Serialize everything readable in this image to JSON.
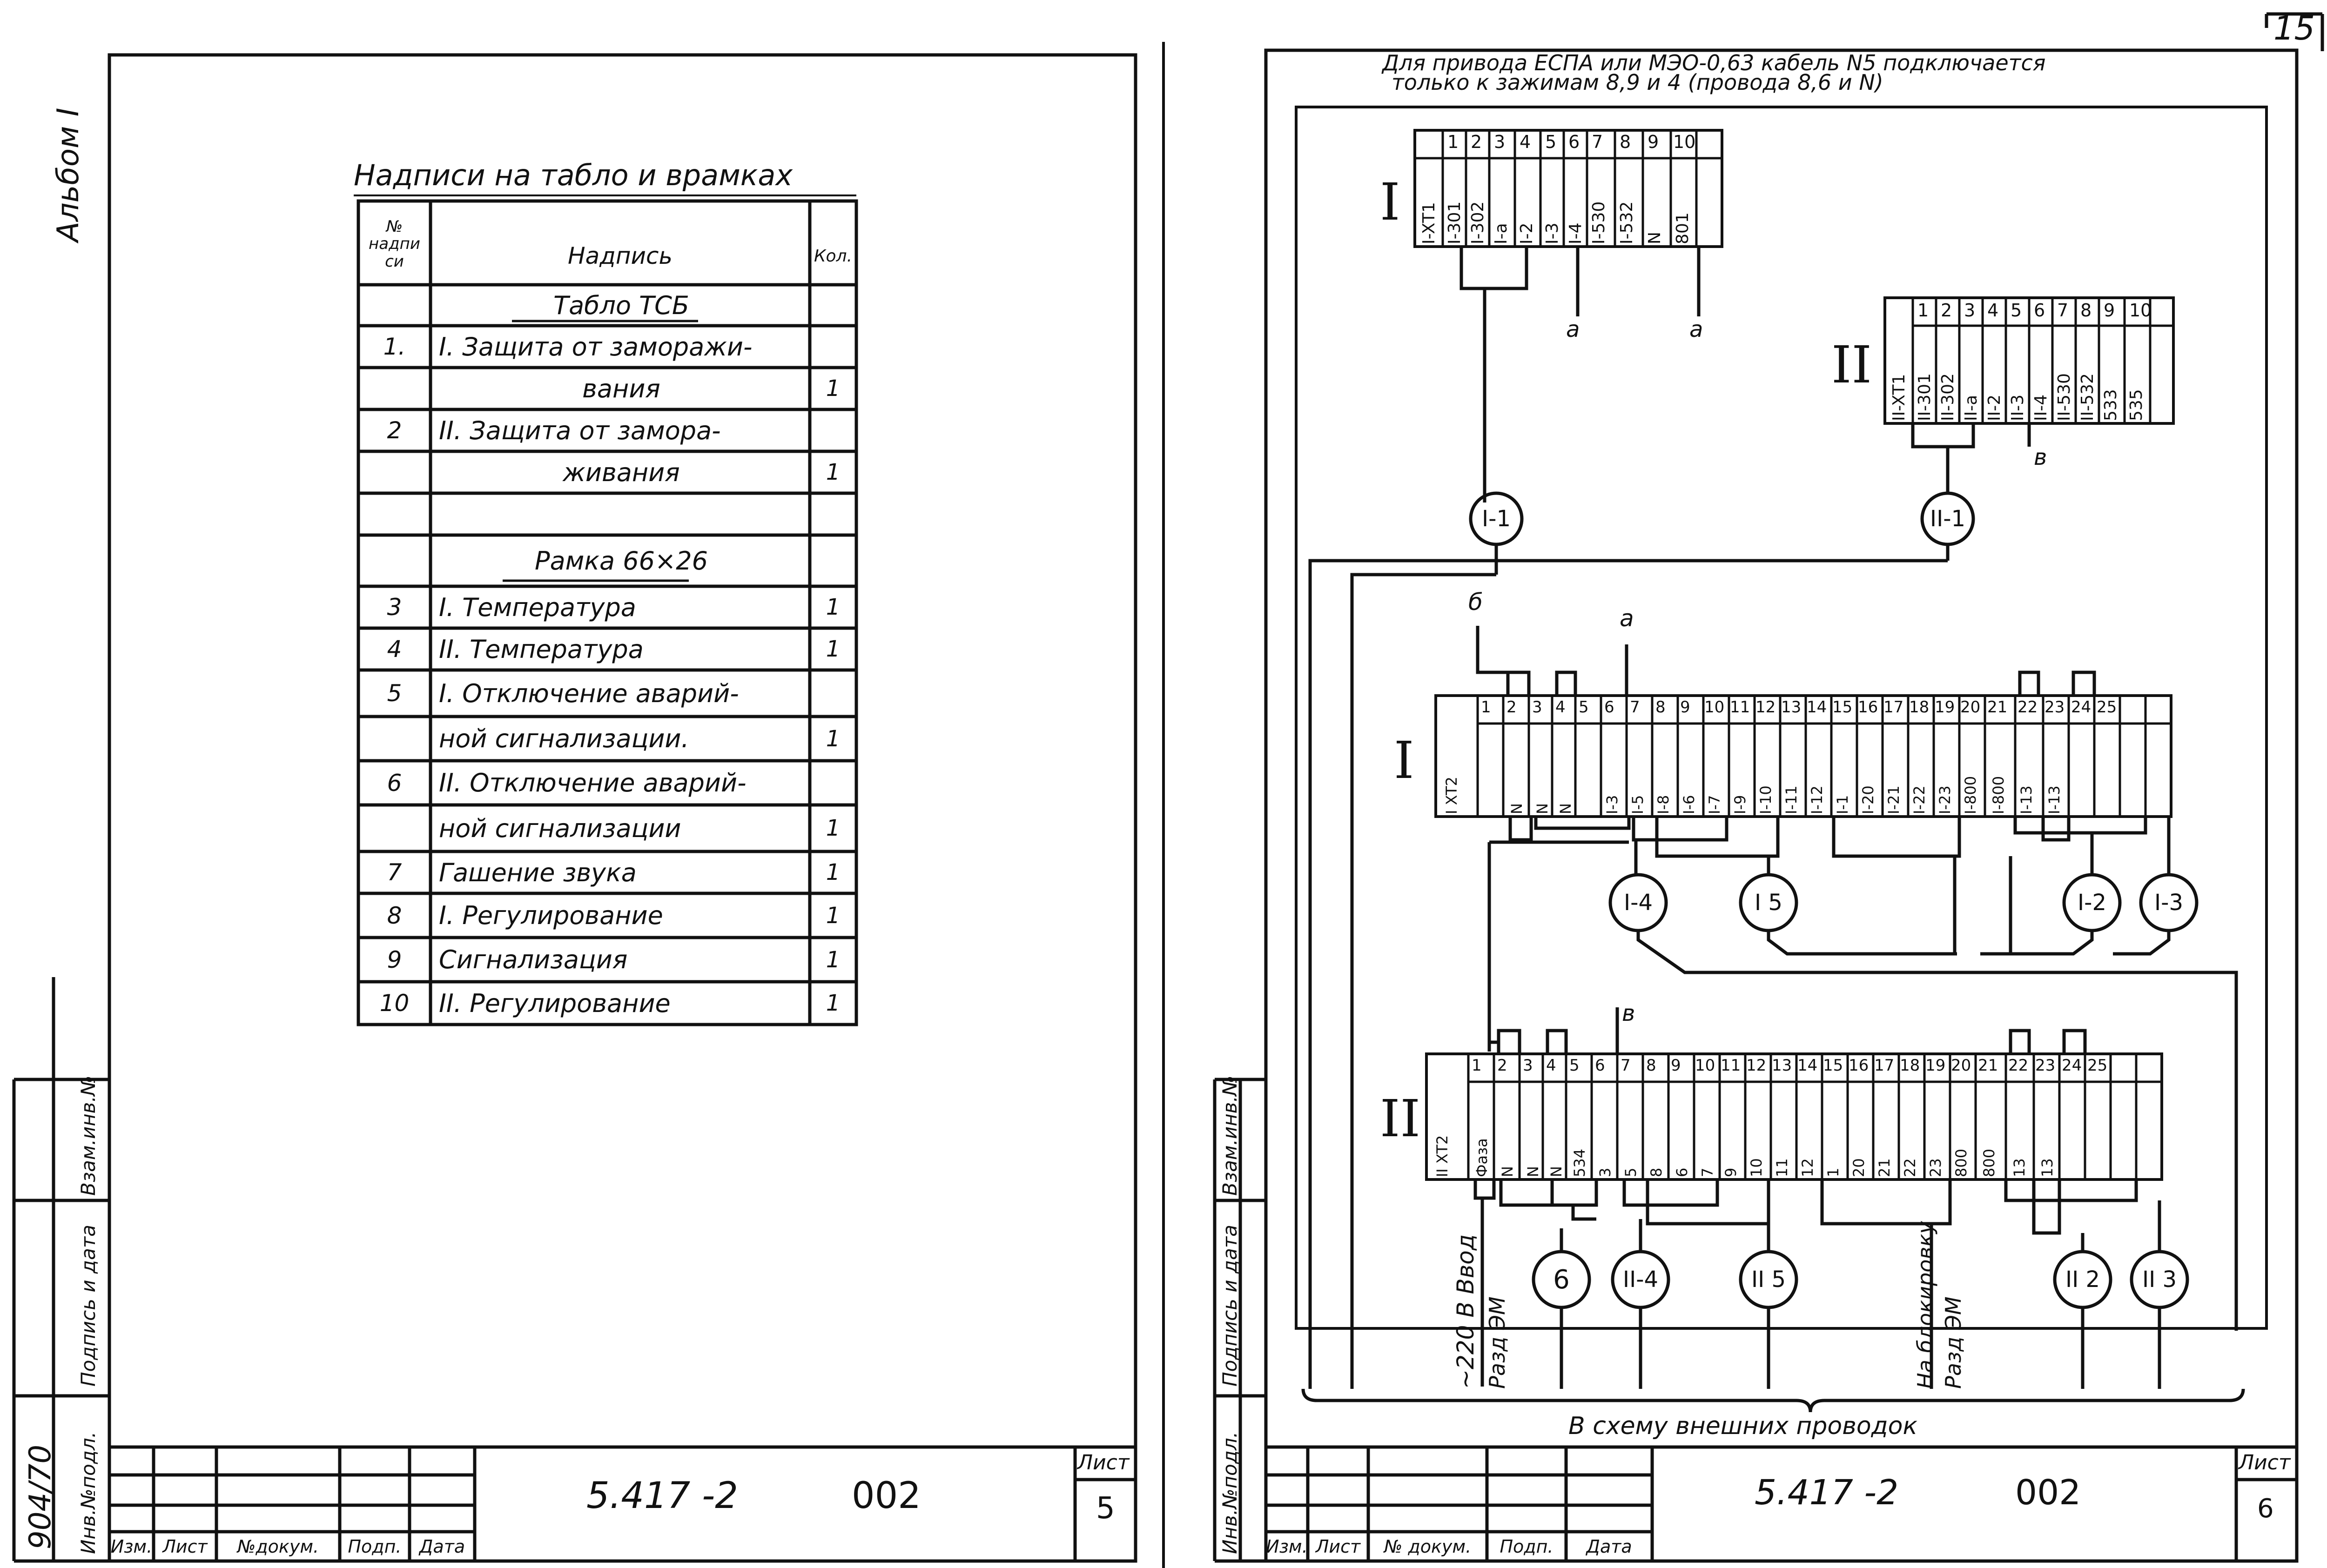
{
  "page_number_top": "15",
  "left_sheet": {
    "album_label": "Альбом I",
    "side_labels": {
      "inv_podl": "Инв.№подл.",
      "podpis_data": "Подпись и дата",
      "vzam_inv": "Взам.инв.№",
      "number": "904/70"
    },
    "table_title": "Надписи на табло и врамках",
    "headers": {
      "num": "№ надпи си",
      "text": "Надпись",
      "qty": "Кол."
    },
    "rows": [
      {
        "num": "",
        "text": "Табло  ТСБ",
        "qty": ""
      },
      {
        "num": "1.",
        "text": "I. Защита от заморажи-",
        "qty": ""
      },
      {
        "num": "",
        "text": "вания",
        "qty": "1"
      },
      {
        "num": "2",
        "text": "II. Защита от замора-",
        "qty": ""
      },
      {
        "num": "",
        "text": "живания",
        "qty": "1"
      },
      {
        "num": "",
        "text": "",
        "qty": ""
      },
      {
        "num": "",
        "text": "Рамка 66×26",
        "qty": ""
      },
      {
        "num": "3",
        "text": "I. Температура",
        "qty": "1"
      },
      {
        "num": "4",
        "text": "II. Температура",
        "qty": "1"
      },
      {
        "num": "5",
        "text": "I. Отключение аварий-",
        "qty": ""
      },
      {
        "num": "",
        "text": "ной сигнализации.",
        "qty": "1"
      },
      {
        "num": "6",
        "text": "II. Отключение аварий-",
        "qty": ""
      },
      {
        "num": "",
        "text": "ной сигнализации",
        "qty": "1"
      },
      {
        "num": "7",
        "text": "Гашение звука",
        "qty": "1"
      },
      {
        "num": "8",
        "text": "I. Регулирование",
        "qty": "1"
      },
      {
        "num": "9",
        "text": "Сигнализация",
        "qty": "1"
      },
      {
        "num": "10",
        "text": "II. Регулирование",
        "qty": "1"
      }
    ],
    "stamp": {
      "cols": [
        "Изм.",
        "Лист",
        "№докум.",
        "Подп.",
        "Дата"
      ],
      "doc_code": "5.417 -2",
      "series": "002",
      "sheet_label": "Лист",
      "sheet_no": "5"
    }
  },
  "right_sheet": {
    "note_line1": "Для привода ЕСПА или МЭО-0,63 кабель N5 подключается",
    "note_line2": "только к зажимам 8,9 и 4 (провода 8,6 и N)",
    "block_I_xt1": {
      "roman": "I",
      "nums": [
        "1",
        "2",
        "3",
        "4",
        "5",
        "6",
        "7",
        "8",
        "9",
        "10"
      ],
      "labels": [
        "I-XT1",
        "I-301",
        "I-302",
        "I-a",
        "I-2",
        "I-3",
        "I-4",
        "I-530",
        "I-532",
        "N",
        "801"
      ]
    },
    "block_II_xt1": {
      "roman": "II",
      "nums": [
        "1",
        "2",
        "3",
        "4",
        "5",
        "6",
        "7",
        "8",
        "9",
        "10"
      ],
      "labels": [
        "II-XT1",
        "II-301",
        "II-302",
        "II-a",
        "II-2",
        "II-3",
        "II-4",
        "II-530",
        "II-532",
        "533",
        "535"
      ]
    },
    "block_I_xt2": {
      "roman": "I",
      "nums": [
        "1",
        "2",
        "3",
        "4",
        "5",
        "6",
        "7",
        "8",
        "9",
        "10",
        "11",
        "12",
        "13",
        "14",
        "15",
        "16",
        "17",
        "18",
        "19",
        "20",
        "21",
        "22",
        "23",
        "24",
        "25"
      ],
      "labels": [
        "I XT2",
        "N",
        "N",
        "N",
        "I-3",
        "I-5",
        "I-8",
        "I-6",
        "I-7",
        "I-9",
        "I-10",
        "I-11",
        "I-12",
        "I-1",
        "I-20",
        "I-21",
        "I-22",
        "I-23",
        "I-800",
        "I-800",
        "I-13",
        "I-13"
      ]
    },
    "block_II_xt2": {
      "roman": "II",
      "nums": [
        "1",
        "2",
        "3",
        "4",
        "5",
        "6",
        "7",
        "8",
        "9",
        "10",
        "11",
        "12",
        "13",
        "14",
        "15",
        "16",
        "17",
        "18",
        "19",
        "20",
        "21",
        "22",
        "23",
        "24",
        "25"
      ],
      "labels": [
        "II XT2",
        "Фаза",
        "N",
        "N",
        "N",
        "534",
        "3",
        "5",
        "8",
        "6",
        "7",
        "9",
        "10",
        "11",
        "12",
        "1",
        "20",
        "21",
        "22",
        "23",
        "800",
        "800",
        "13",
        "13"
      ]
    },
    "wire_letters": {
      "a1": "а",
      "a2": "а",
      "b": "б",
      "a3": "а",
      "v1": "в",
      "v2": "в"
    },
    "circles": {
      "c_I1": "I-1",
      "c_II1": "II-1",
      "c_I4": "I-4",
      "c_I5": "I 5",
      "c_I2": "I-2",
      "c_I3": "I-3",
      "c_6": "6",
      "c_II4": "II-4",
      "c_II5": "II 5",
      "c_II2": "II 2",
      "c_II3": "II 3"
    },
    "vertical_texts": {
      "v220": "~220 В  Ввод",
      "razd1": "Разд  ЭМ",
      "na_blok": "На блокировку",
      "razd2": "Разд  ЭМ"
    },
    "external_note": "В схему внешних проводок",
    "side_labels": {
      "inv_podl": "Инв.№подл.",
      "podpis_data": "Подпись и дата",
      "vzam_inv": "Взам.инв.№"
    },
    "stamp": {
      "cols": [
        "Изм.",
        "Лист",
        "№ докум.",
        "Подп.",
        "Дата"
      ],
      "doc_code": "5.417 -2",
      "series": "002",
      "sheet_label": "Лист",
      "sheet_no": "6"
    }
  }
}
